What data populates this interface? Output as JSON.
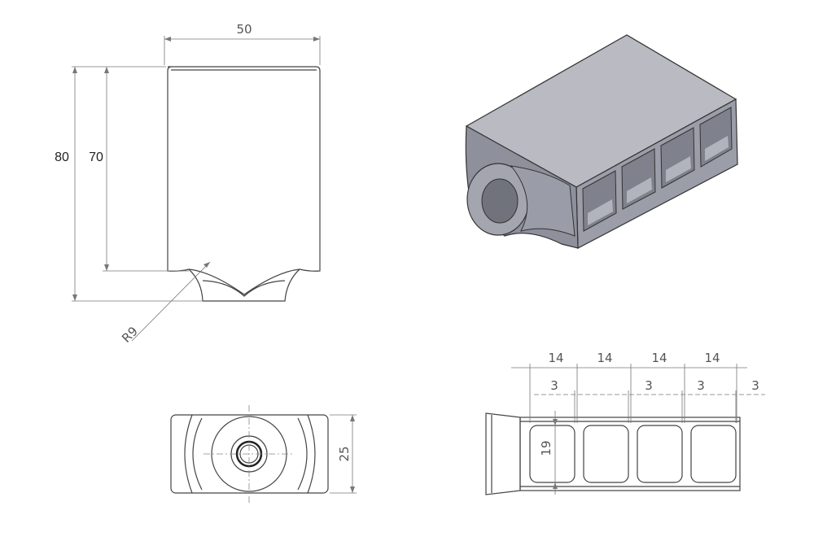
{
  "front_view": {
    "width_label": "50",
    "overall_height_label": "80",
    "body_height_label": "70",
    "radius_label": "R9"
  },
  "top_view": {
    "depth_label": "25"
  },
  "side_view": {
    "pitch_labels": [
      "14",
      "14",
      "14",
      "14"
    ],
    "wall_labels": [
      "3",
      "3",
      "3",
      "3"
    ],
    "port_height_label": "19"
  },
  "colors": {
    "line": "#444444",
    "dimension": "#777777",
    "body_top": "#b9bac2",
    "body_side": "#8e909b",
    "body_front": "#a3a5af"
  }
}
